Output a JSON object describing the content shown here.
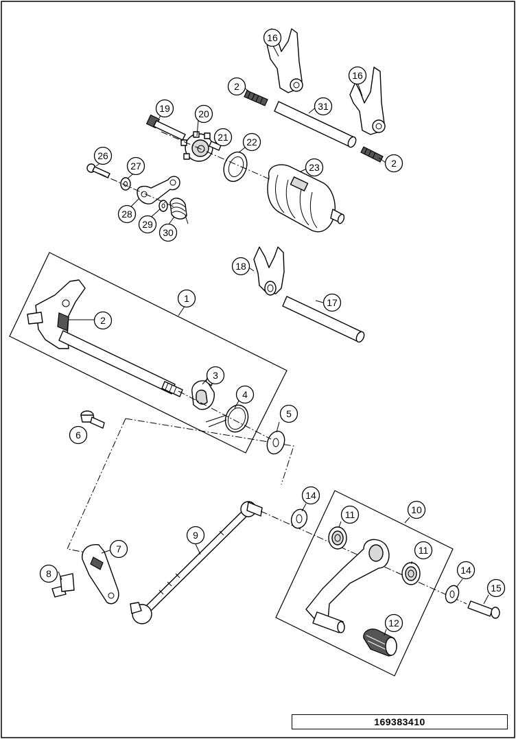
{
  "document_number": "169383410",
  "callouts": [
    {
      "label": "16"
    },
    {
      "label": "16"
    },
    {
      "label": "2"
    },
    {
      "label": "31"
    },
    {
      "label": "2"
    },
    {
      "label": "19"
    },
    {
      "label": "20"
    },
    {
      "label": "21"
    },
    {
      "label": "22"
    },
    {
      "label": "23"
    },
    {
      "label": "26"
    },
    {
      "label": "27"
    },
    {
      "label": "28"
    },
    {
      "label": "29"
    },
    {
      "label": "30"
    },
    {
      "label": "18"
    },
    {
      "label": "17"
    },
    {
      "label": "1"
    },
    {
      "label": "2"
    },
    {
      "label": "3"
    },
    {
      "label": "4"
    },
    {
      "label": "5"
    },
    {
      "label": "6"
    },
    {
      "label": "7"
    },
    {
      "label": "8"
    },
    {
      "label": "9"
    },
    {
      "label": "14"
    },
    {
      "label": "11"
    },
    {
      "label": "10"
    },
    {
      "label": "11"
    },
    {
      "label": "14"
    },
    {
      "label": "15"
    },
    {
      "label": "12"
    }
  ]
}
